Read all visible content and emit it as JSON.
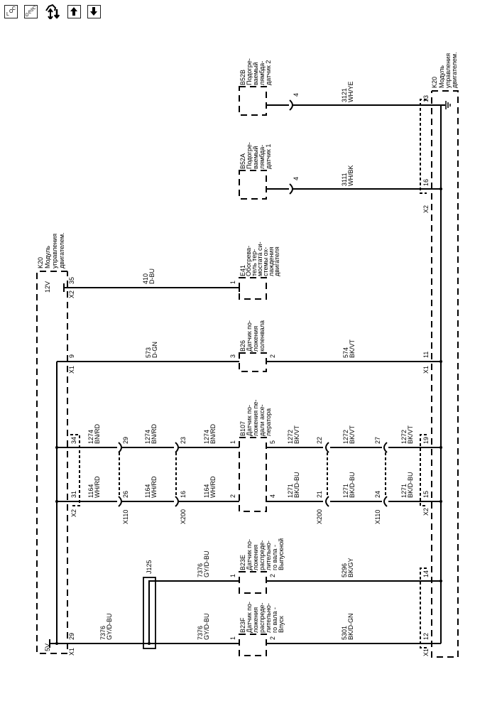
{
  "toolbar": {
    "loc_label": "LOC",
    "desc_label": "DESC",
    "buttons": [
      {
        "name": "loc-button",
        "icon": "loc-icon"
      },
      {
        "name": "desc-button",
        "icon": "desc-icon"
      },
      {
        "name": "tools-button",
        "icon": "tools-icon"
      },
      {
        "name": "up-button",
        "icon": "arrow-up-icon"
      },
      {
        "name": "down-button",
        "icon": "arrow-down-icon"
      }
    ]
  },
  "modules": {
    "k20_left": {
      "id": "K20",
      "lines": [
        "Модуль",
        "управления",
        "двигателем."
      ],
      "v12": "12V",
      "v5": "5V"
    },
    "k20_right": {
      "id": "K20",
      "lines": [
        "Модуль",
        "управления",
        "двигателем."
      ]
    }
  },
  "components": {
    "b52b": {
      "id": "B52B",
      "lines": [
        "Подогре-",
        "ваемый",
        "лямбда-",
        "датчик 2"
      ],
      "pin": "4"
    },
    "b52a": {
      "id": "B52A",
      "lines": [
        "Подогре-",
        "ваемый",
        "лямбда-",
        "датчик 1"
      ],
      "pin": "4"
    },
    "e41": {
      "id": "E41",
      "lines": [
        "Обогрева-",
        "тель тер-",
        "мостата си-",
        "стемы ох-",
        "лаждения",
        "двигателя"
      ],
      "pin": "1"
    },
    "b26": {
      "id": "B26",
      "lines": [
        "Датчик по-",
        "ложения",
        "коленвала"
      ],
      "pin_a": "3",
      "pin_b": "2"
    },
    "b107": {
      "id": "B107",
      "lines": [
        "Датчик по-",
        "ложения пе-",
        "дали аксе-",
        "лератора"
      ],
      "pin_1": "1",
      "pin_2": "2",
      "pin_5": "5",
      "pin_4": "4"
    },
    "b23e": {
      "id": "B23E",
      "lines": [
        "Датчик по-",
        "ложения",
        "распреде-",
        "лительно-",
        "го вала -",
        "Выпускной"
      ],
      "pin_a": "1",
      "pin_b": "2"
    },
    "b23f": {
      "id": "B23F",
      "lines": [
        "Датчик по-",
        "ложения",
        "распреде-",
        "лительно-",
        "го вала -",
        "Впуск"
      ],
      "pin_a": "1",
      "pin_b": "2"
    },
    "j125": {
      "id": "J125"
    }
  },
  "wires": {
    "w3121": {
      "num": "3121",
      "color": "WH/YE"
    },
    "w3111": {
      "num": "3111",
      "color": "WH/BK"
    },
    "w410": {
      "num": "410",
      "color": "D-BU"
    },
    "w573": {
      "num": "573",
      "color": "D-GN"
    },
    "w574": {
      "num": "574",
      "color": "BK/VT"
    },
    "w1274": {
      "num": "1274",
      "color": "BN/RD"
    },
    "w1164": {
      "num": "1164",
      "color": "WH/RD"
    },
    "w1272": {
      "num": "1272",
      "color": "BK/VT"
    },
    "w1271": {
      "num": "1271",
      "color": "BK/D-BU"
    },
    "w7376": {
      "num": "7376",
      "color": "GY/D-BU"
    },
    "w5296": {
      "num": "5296",
      "color": "BK/GY"
    },
    "w5301": {
      "num": "5301",
      "color": "BK/D-GN"
    }
  },
  "connectors": {
    "x1": "X1",
    "x2": "X2",
    "x110": "X110",
    "x200": "X200",
    "left_pins": {
      "p35": "35",
      "p9": "9",
      "p34": "34",
      "p31": "31",
      "p29": "29"
    },
    "right_pins": {
      "p13": "13",
      "p16": "16",
      "p11": "11",
      "p19": "19",
      "p15": "15",
      "p14": "14",
      "p12": "12"
    },
    "x110_pins": {
      "a": "29",
      "b": "26",
      "c": "27",
      "d": "24"
    },
    "x200_pins": {
      "a": "23",
      "b": "16",
      "c": "22",
      "d": "21"
    }
  }
}
